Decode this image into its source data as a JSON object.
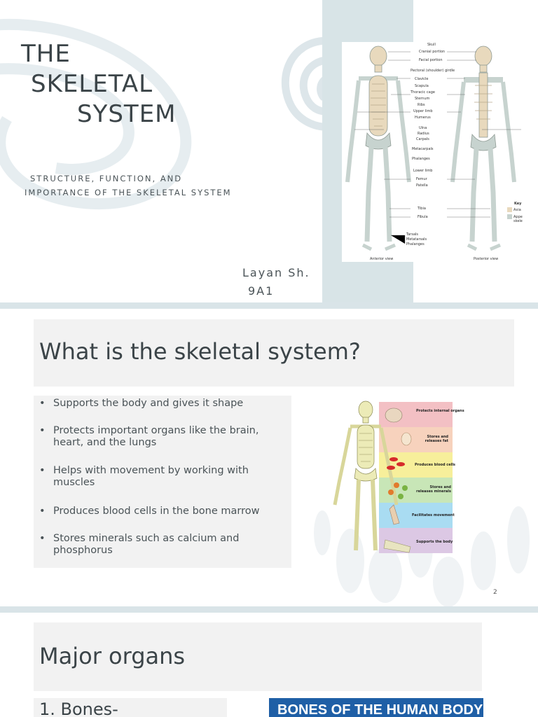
{
  "slide1": {
    "title_lines": [
      "THE",
      "SKELETAL",
      "SYSTEM"
    ],
    "subtitle_lines": [
      "STRUCTURE, FUNCTION, AND",
      "IMPORTANCE OF THE SKELETAL SYSTEM"
    ],
    "author_lines": [
      "Layan Sh.",
      "9A1"
    ],
    "diagram": {
      "labels": [
        "Skull",
        "Cranial portion",
        "Facial portion",
        "Pectoral (shoulder) girdle",
        "Clavicle",
        "Scapula",
        "Thoracic cage",
        "Sternum",
        "Ribs",
        "Upper limb",
        "Humerus",
        "Ulna",
        "Radius",
        "Carpals",
        "Metacarpals",
        "Phalanges",
        "Lower limb",
        "Femur",
        "Patella",
        "Tibia",
        "Fibula",
        "Tarsals",
        "Metatarsals",
        "Phalanges"
      ],
      "view_labels": [
        "Anterior view",
        "Posterior view"
      ],
      "key_title": "Key",
      "key_items": [
        "Axia",
        "Appe skele"
      ],
      "colors": {
        "axial": "#e8d9bd",
        "appendicular": "#c7d3cf"
      }
    }
  },
  "slide2": {
    "title": "What is the skeletal system?",
    "bullets": [
      "Supports the body and gives it shape",
      "Protects important organs like the brain, heart, and the lungs",
      "Helps with movement by working with muscles",
      "Produces blood cells in the bone marrow",
      "Stores minerals such as calcium and phosphorus"
    ],
    "bullet_symbol": "•",
    "functions": [
      {
        "label": "Protects internal organs",
        "color": "#f3c0c4"
      },
      {
        "label": "Stores and releases fat",
        "color": "#f7d2bd"
      },
      {
        "label": "Produces blood cells",
        "color": "#f7ef9b"
      },
      {
        "label": "Stores and releases minerals",
        "color": "#c8e6b7"
      },
      {
        "label": "Facilitates movement",
        "color": "#a9dcf2"
      },
      {
        "label": "Supports the body",
        "color": "#dcc8e4"
      }
    ],
    "page_number": "2"
  },
  "slide3": {
    "title": "Major organs",
    "item": "1. Bones-",
    "banner": "BONES OF THE HUMAN BODY"
  }
}
